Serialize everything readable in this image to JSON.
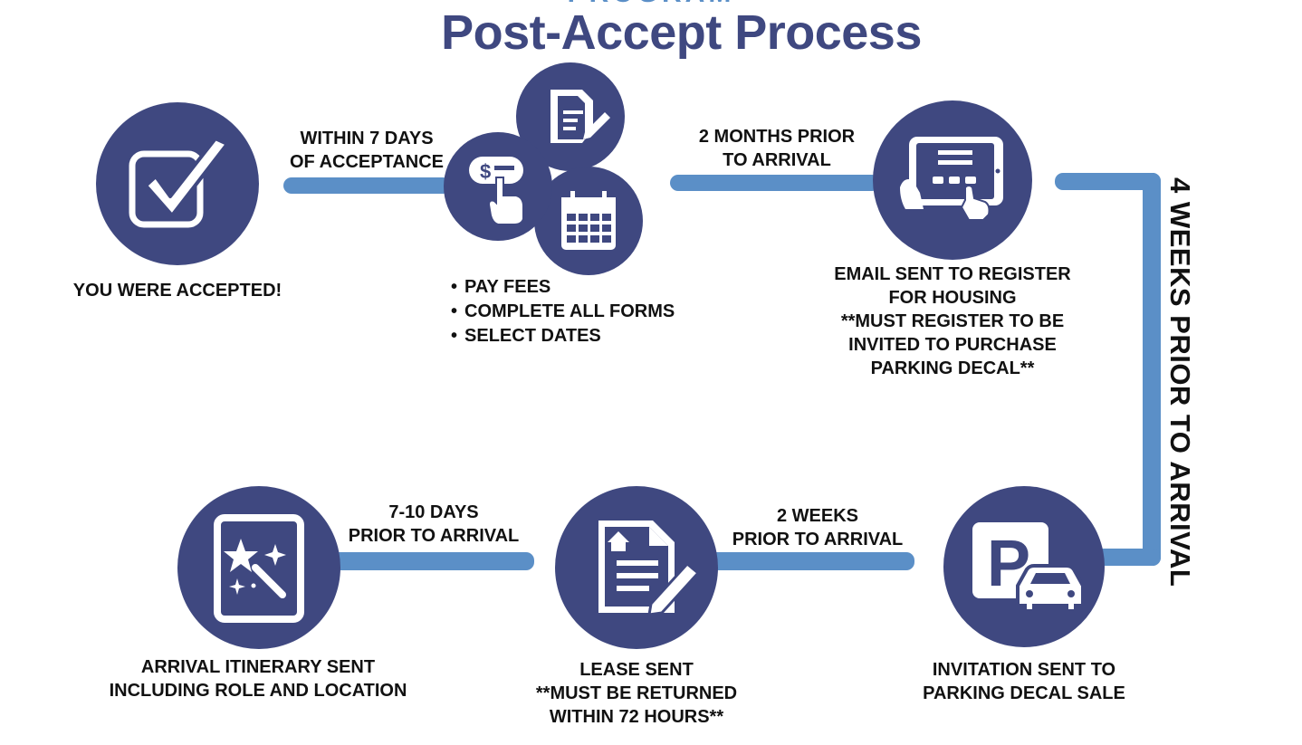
{
  "header": {
    "partial": "PROGRAM",
    "title": "Post-Accept Process"
  },
  "colors": {
    "circle": "#3f4880",
    "connector": "#5b8fc7",
    "text": "#111111"
  },
  "steps": {
    "accepted": {
      "icon": "checkbox-icon",
      "label": "YOU WERE ACCEPTED!"
    },
    "fees": {
      "icons": [
        "document-edit-icon",
        "payment-tap-icon",
        "calendar-icon"
      ],
      "bullets": [
        "PAY FEES",
        "COMPLETE ALL FORMS",
        "SELECT DATES"
      ]
    },
    "housing": {
      "icon": "tablet-form-icon",
      "lines": [
        "EMAIL SENT TO REGISTER",
        "FOR HOUSING",
        "**MUST REGISTER TO BE",
        "INVITED TO PURCHASE",
        "PARKING DECAL**"
      ]
    },
    "parking": {
      "icon": "parking-car-icon",
      "lines": [
        "INVITATION SENT TO",
        "PARKING DECAL SALE"
      ]
    },
    "lease": {
      "icon": "lease-document-icon",
      "lines": [
        "LEASE SENT",
        "**MUST BE RETURNED",
        "WITHIN 72 HOURS**"
      ]
    },
    "itinerary": {
      "icon": "magic-wand-icon",
      "lines": [
        "ARRIVAL ITINERARY SENT",
        "INCLUDING ROLE AND LOCATION"
      ]
    }
  },
  "connectors": {
    "c1": [
      "WITHIN 7 DAYS",
      "OF ACCEPTANCE"
    ],
    "c2": [
      "2 MONTHS PRIOR",
      "TO ARRIVAL"
    ],
    "c3": "4 WEEKS PRIOR TO ARRIVAL",
    "c4": [
      "2 WEEKS",
      "PRIOR TO ARRIVAL"
    ],
    "c5": [
      "7-10 DAYS",
      "PRIOR TO ARRIVAL"
    ]
  }
}
